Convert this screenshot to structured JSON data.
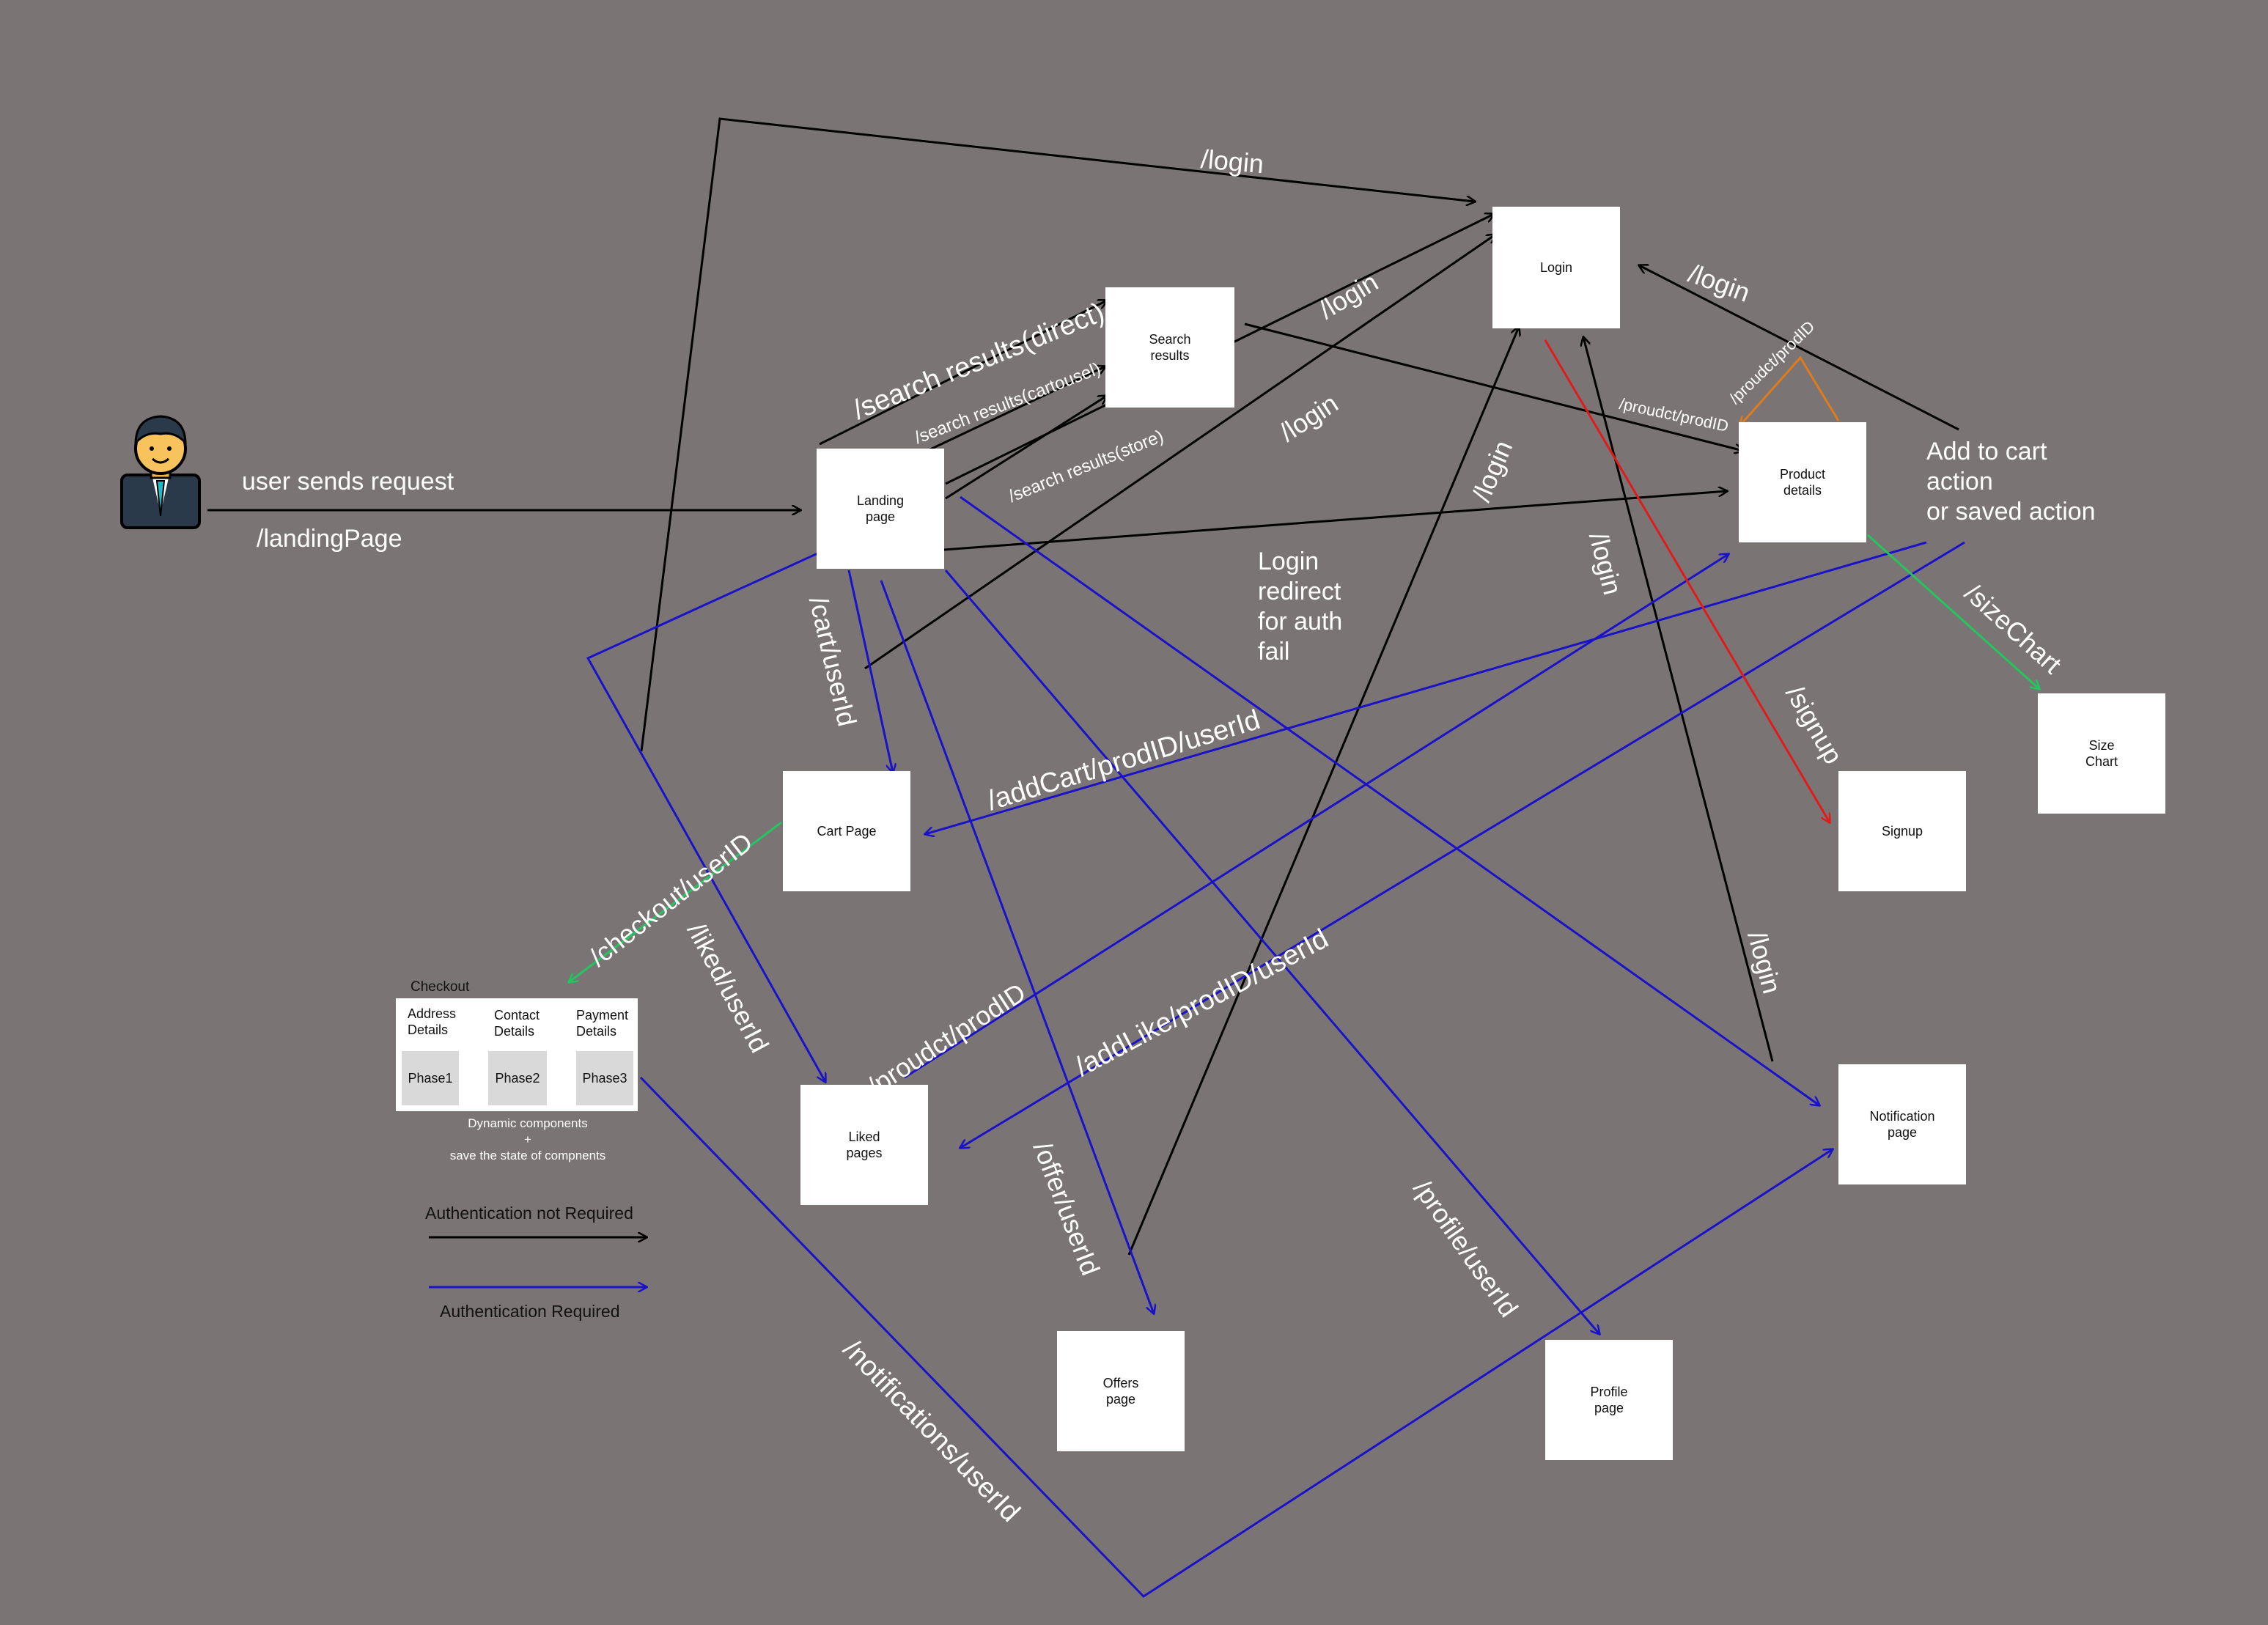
{
  "nodes": {
    "login": "Login",
    "search_results": "Search\nresults",
    "landing_page": "Landing\npage",
    "product_details": "Product\ndetails",
    "size_chart": "Size\nChart",
    "cart_page": "Cart Page",
    "signup": "Signup",
    "liked_pages": "Liked\npages",
    "notification_page": "Notification\npage",
    "offers_page": "Offers\npage",
    "profile_page": "Profile\npage"
  },
  "user": {
    "request_text": "user sends request",
    "route": "/landingPage",
    "icon": "businessman-icon"
  },
  "edge_labels": {
    "login_top": "/login",
    "login_a": "/login",
    "login_b": "/login",
    "login_right": "/login",
    "login_offers": "/login",
    "login_mid": "/login",
    "login_notif": "/login",
    "search_direct": "/search results(direct)",
    "search_carousel": "/search results(cartousel)",
    "search_store": "/search results(store)",
    "product_from_search": "/proudct/prodID",
    "product_self": "/proudct/prodID",
    "cart_user": "/cart/userId",
    "add_cart": "/addCart/prodID/userId",
    "checkout": "/checkout/userID",
    "liked": "/liked/userId",
    "product_from_liked": "/proudct/prodID",
    "add_like": "/addLike/prodID/userId",
    "offer": "/offer/userId",
    "profile": "/profile/userId",
    "notifications": "/notifications/userId",
    "signup": "/signup",
    "size_chart": "/sizeChart"
  },
  "notes": {
    "add_to_cart": "Add to cart\naction\nor saved action",
    "login_redirect": "Login\nredirect\nfor auth\nfail"
  },
  "checkout": {
    "title": "Checkout",
    "address": "Address\nDetails",
    "contact": "Contact\nDetails",
    "payment": "Payment\nDetails",
    "phase1": "Phase1",
    "phase2": "Phase2",
    "phase3": "Phase3",
    "caption": "Dynamic components\n+\nsave the state of compnents"
  },
  "legend": {
    "not_required": "Authentication not Required",
    "required": "Authentication Required"
  },
  "colors": {
    "background": "#7a7574",
    "no_auth": "#000000",
    "auth": "#1a12c8",
    "checkout_edge": "#22c55e",
    "signup_edge": "#e01b1b",
    "self_edge": "#e07b1b"
  }
}
